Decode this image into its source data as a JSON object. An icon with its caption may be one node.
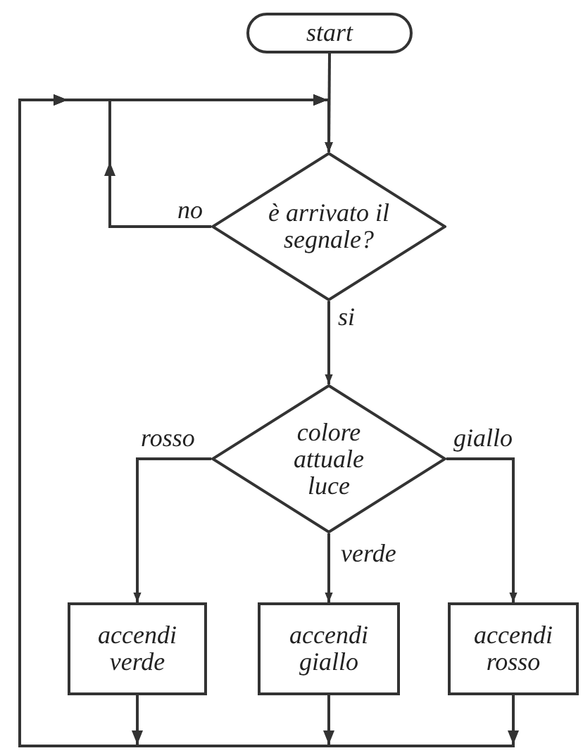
{
  "diagram": {
    "nodes": [
      {
        "text": [
          "start"
        ]
      },
      {
        "text": [
          "è arrivato il segnale?"
        ]
      },
      {
        "text": [
          "colore attuale luce"
        ]
      },
      {
        "text": [
          "accendi verde"
        ]
      },
      {
        "text": [
          "accendi giallo"
        ]
      },
      {
        "text": [
          "accendi rosso"
        ]
      }
    ],
    "edges": [
      {
        "from": 0,
        "to": 1,
        "arrow": "to"
      },
      {
        "from": 1,
        "to": 1,
        "arrow": "to",
        "label": "no"
      },
      {
        "from": 1,
        "to": 2,
        "arrow": "to",
        "label": "si"
      },
      {
        "from": 2,
        "to": 3,
        "arrow": "to",
        "label": "rosso"
      },
      {
        "from": 2,
        "to": 4,
        "arrow": "to",
        "label": "verde"
      },
      {
        "from": 2,
        "to": 5,
        "arrow": "to",
        "label": "giallo"
      },
      {
        "from": 3,
        "to": 1,
        "arrow": "to"
      },
      {
        "from": 4,
        "to": 1,
        "arrow": "to"
      },
      {
        "from": 5,
        "to": 1,
        "arrow": "to"
      }
    ]
  }
}
